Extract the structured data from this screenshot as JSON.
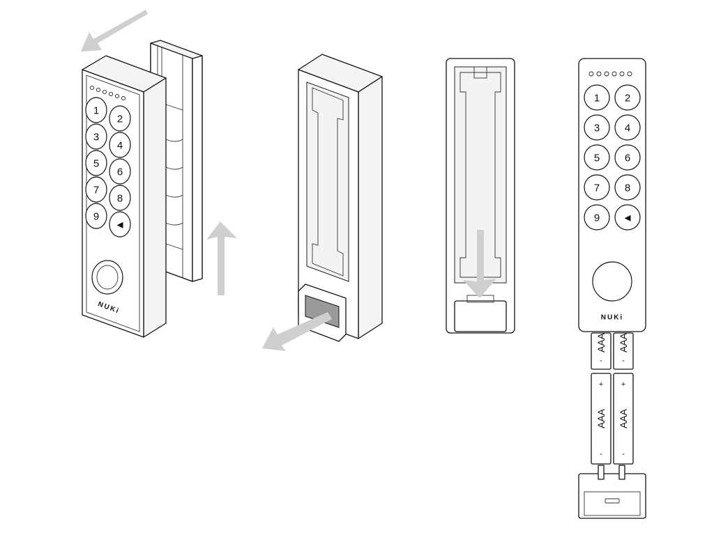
{
  "brand": "NUKi",
  "keypad": {
    "keys": [
      "1",
      "2",
      "3",
      "4",
      "5",
      "6",
      "7",
      "8",
      "9",
      "◄"
    ],
    "led_count": 6
  },
  "batteries": {
    "label": "AAA",
    "plus": "+",
    "minus": "-",
    "count": 4
  },
  "steps": [
    {
      "id": "step-1-slide-off-mount"
    },
    {
      "id": "step-2-open-battery-door"
    },
    {
      "id": "step-3-insert-battery-holder"
    },
    {
      "id": "step-4-exploded-view"
    }
  ],
  "colors": {
    "arrow": "#cfcfcf",
    "outline": "#111111",
    "flap": "#9a9a9a",
    "cavity": "#f3f3f3"
  }
}
